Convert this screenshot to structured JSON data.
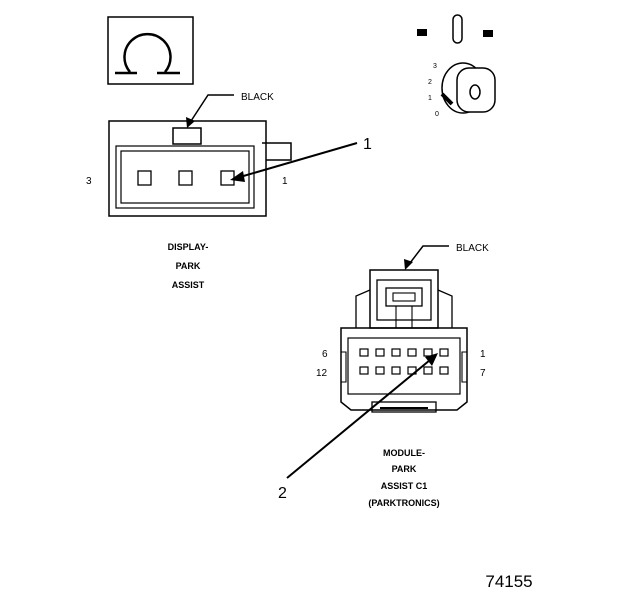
{
  "display_connector": {
    "color_label": "BLACK",
    "pin_left": "3",
    "pin_right": "1",
    "caption": [
      "DISPLAY-",
      "PARK",
      "ASSIST"
    ],
    "callout": "1",
    "symbol": "omega-icon"
  },
  "module_connector": {
    "color_label": "BLACK",
    "pin_top_left": "6",
    "pin_top_right": "1",
    "pin_bottom_left": "12",
    "pin_bottom_right": "7",
    "caption": [
      "MODULE-",
      "PARK",
      "ASSIST C1",
      "(PARKTRONICS)"
    ],
    "callout": "2"
  },
  "ignition_key": {
    "positions": [
      "3",
      "2",
      "1",
      "0"
    ],
    "symbol": "ignition-key-icon"
  },
  "figure_number": "74155"
}
